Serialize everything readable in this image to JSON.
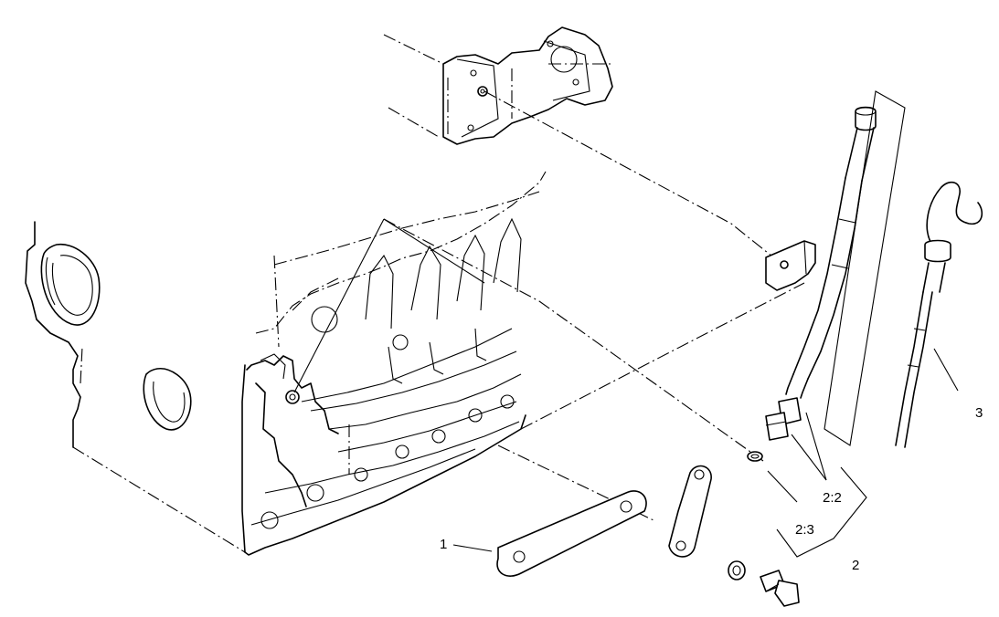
{
  "callouts": {
    "c1": "1",
    "c2": "2",
    "c22": "2:2",
    "c23": "2:3",
    "c3": "3"
  },
  "colors": {
    "line": "#000000",
    "background": "#ffffff"
  }
}
